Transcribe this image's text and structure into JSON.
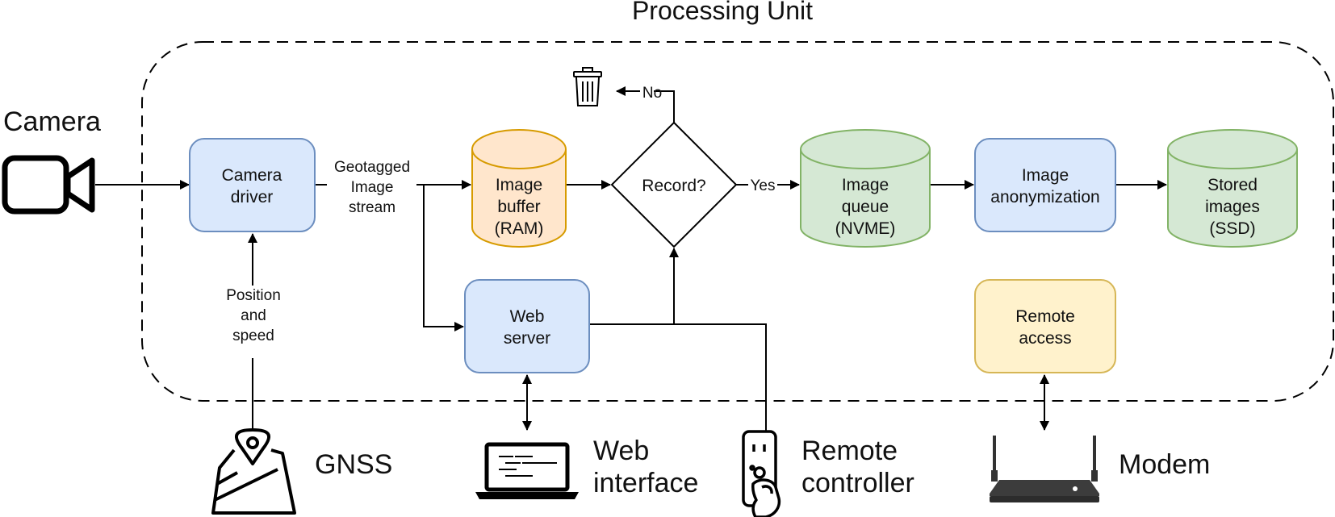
{
  "title": "Processing Unit",
  "nodes": {
    "camera_driver": [
      "Camera",
      "driver"
    ],
    "image_buffer": [
      "Image",
      "buffer",
      "(RAM)"
    ],
    "record": "Record?",
    "image_queue": [
      "Image",
      "queue",
      "(NVME)"
    ],
    "image_anonymization": [
      "Image",
      "anonymization"
    ],
    "stored_images": [
      "Stored",
      "images",
      "(SSD)"
    ],
    "web_server": [
      "Web",
      "server"
    ],
    "remote_access": [
      "Remote",
      "access"
    ]
  },
  "edges": {
    "geotagged_stream": [
      "Geotagged",
      "Image",
      "stream"
    ],
    "position_speed": [
      "Position",
      "and",
      "speed"
    ],
    "yes": "Yes",
    "no": "No"
  },
  "externals": {
    "camera": "Camera",
    "gnss": "GNSS",
    "web_interface": [
      "Web",
      "interface"
    ],
    "remote_controller": [
      "Remote",
      "controller"
    ],
    "modem": "Modem"
  },
  "colors": {
    "blue_fill": "#dae8fc",
    "blue_stroke": "#6c8ebf",
    "orange_fill": "#ffe6cc",
    "orange_stroke": "#d79b00",
    "green_fill": "#d5e8d4",
    "green_stroke": "#82b366",
    "yellow_fill": "#fff2cc",
    "yellow_stroke": "#d6b656"
  }
}
